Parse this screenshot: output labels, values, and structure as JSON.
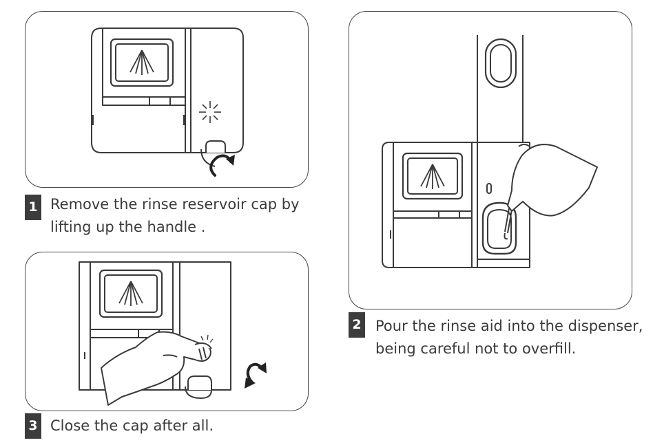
{
  "steps": [
    {
      "number": "1",
      "lines": [
        "Remove the rinse reservoir cap by",
        "lifting up the handle ."
      ]
    },
    {
      "number": "2",
      "lines": [
        "Pour the rinse aid into the dispenser,",
        "being careful not to overfill."
      ]
    },
    {
      "number": "3",
      "lines": [
        "Close the cap after all."
      ]
    }
  ],
  "colors": {
    "line": "#3a3a3a",
    "fill": "#ffffff",
    "badge": "#3c3c3c"
  },
  "icons": [
    "spray-icon",
    "sparkle-icon",
    "rotate-arrow-icon",
    "bottle-icon",
    "hand-icon"
  ]
}
